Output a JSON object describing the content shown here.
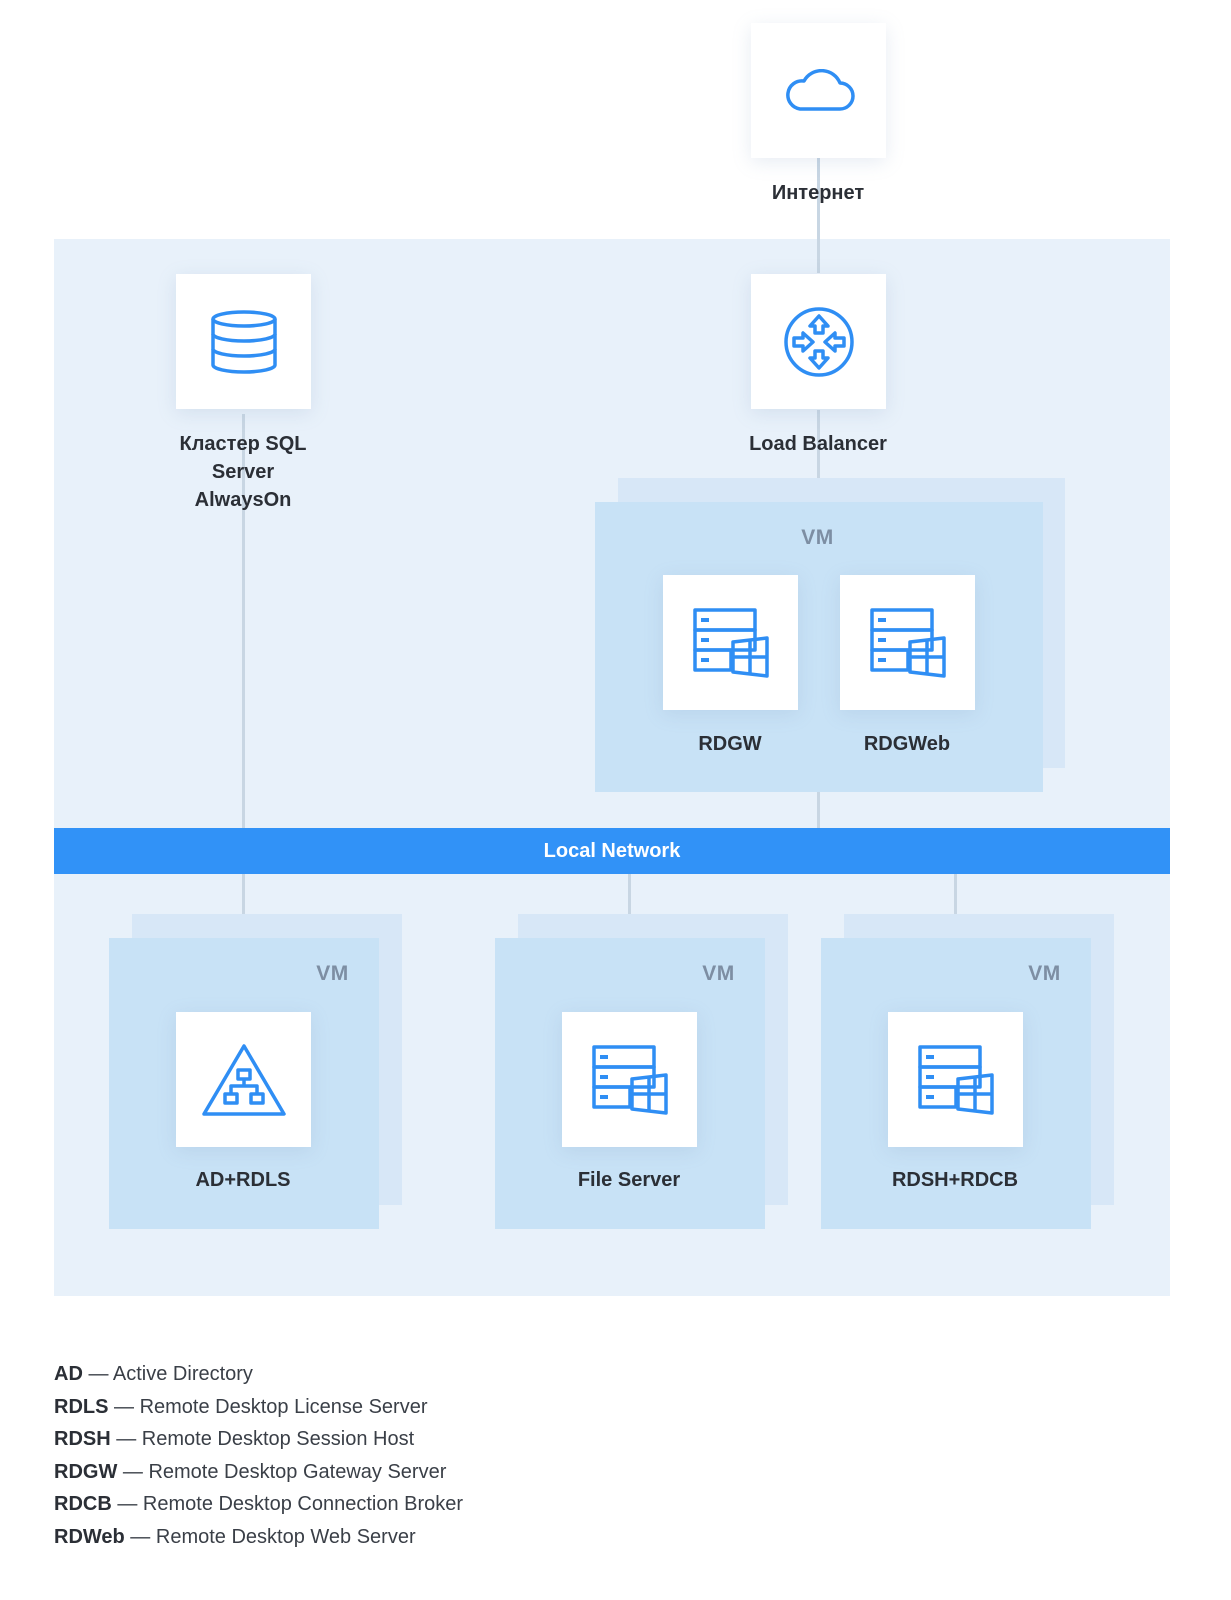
{
  "internet": {
    "label": "Интернет",
    "icon": "cloud-icon"
  },
  "sql_cluster": {
    "label_lines": [
      "Кластер SQL",
      "Server",
      "AlwaysOn"
    ],
    "icon": "database-icon"
  },
  "load_balancer": {
    "label": "Load Balancer",
    "icon": "router-icon"
  },
  "network": {
    "label": "Local Network"
  },
  "top_vm": {
    "label": "VM",
    "servers": [
      {
        "label": "RDGW",
        "icon": "windows-server-icon"
      },
      {
        "label": "RDGWeb",
        "icon": "windows-server-icon"
      }
    ]
  },
  "bottom_vms": [
    {
      "vm_label": "VM",
      "label": "AD+RDLS",
      "icon": "active-directory-icon"
    },
    {
      "vm_label": "VM",
      "label": "File Server",
      "icon": "windows-server-icon"
    },
    {
      "vm_label": "VM",
      "label": "RDSH+RDCB",
      "icon": "windows-server-icon"
    }
  ],
  "glossary": [
    {
      "term": "AD",
      "definition": "Active Directory"
    },
    {
      "term": "RDLS",
      "definition": "Remote Desktop License Server"
    },
    {
      "term": "RDSH",
      "definition": "Remote Desktop Session Host"
    },
    {
      "term": "RDGW",
      "definition": "Remote Desktop Gateway Server"
    },
    {
      "term": "RDCB",
      "definition": "Remote Desktop Connection Broker"
    },
    {
      "term": "RDWeb",
      "definition": "Remote Desktop Web Server"
    }
  ],
  "colors": {
    "accent": "#3192f7",
    "zone": "#e8f1fa",
    "vm": "#c8e2f6",
    "icon": "#2f8ef4"
  }
}
